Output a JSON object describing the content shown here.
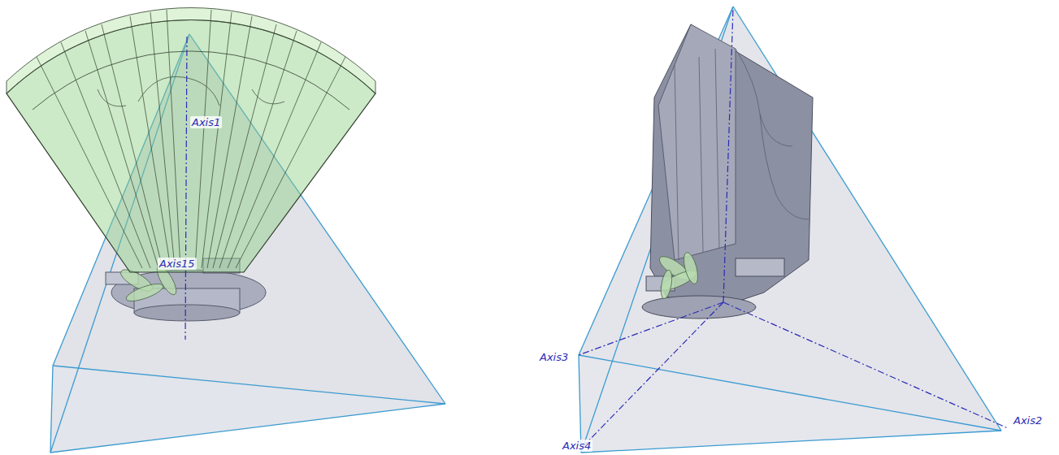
{
  "diagram": {
    "labels": [
      "Axis1",
      "Axis15",
      "Axis3",
      "Axis2",
      "Axis4"
    ]
  }
}
